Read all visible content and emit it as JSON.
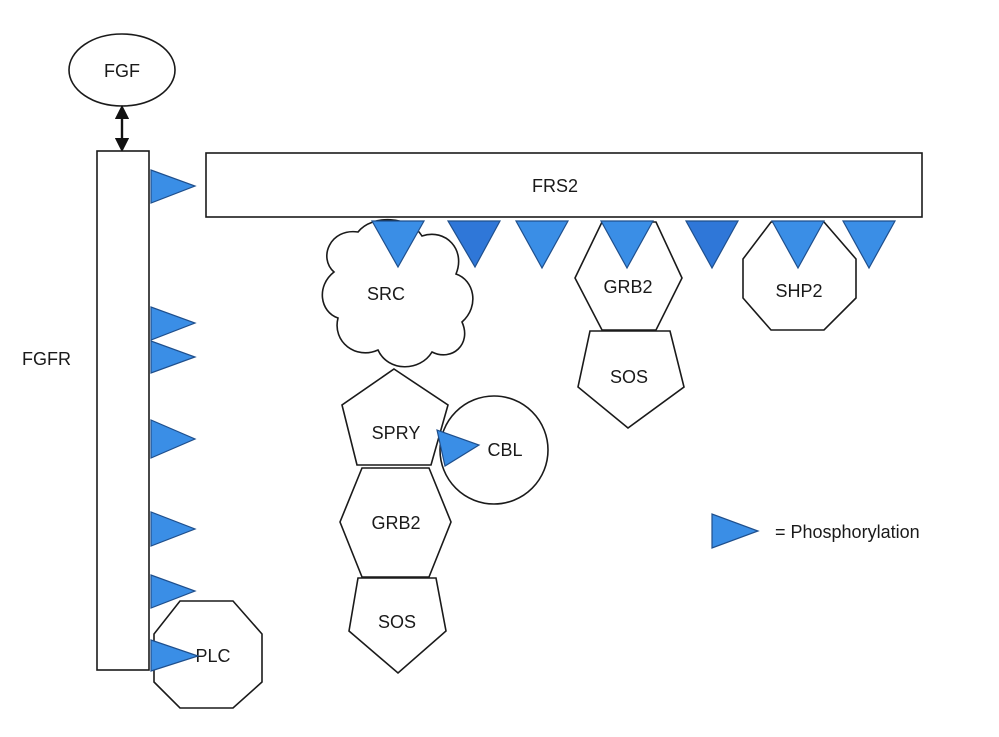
{
  "nodes": {
    "fgf": "FGF",
    "fgfr": "FGFR",
    "frs2": "FRS2",
    "src": "SRC",
    "grb2_right": "GRB2",
    "sos_right": "SOS",
    "shp2": "SHP2",
    "spry": "SPRY",
    "cbl": "CBL",
    "grb2_left": "GRB2",
    "sos_left": "SOS",
    "plc": "PLC"
  },
  "legend": {
    "label": "= Phosphorylation"
  },
  "colors": {
    "phosphorylation": "#3a8ee6",
    "outline": "#1a1a1a",
    "fill": "#ffffff"
  }
}
